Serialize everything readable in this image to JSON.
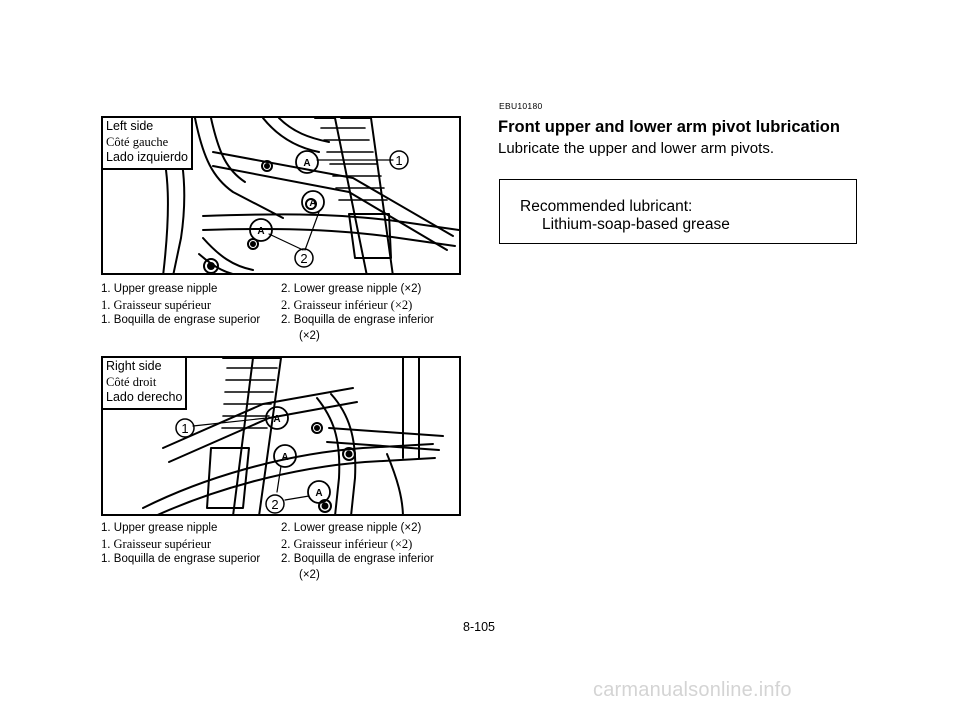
{
  "figure_left": {
    "side_labels": [
      "Left side",
      "Côté gauche",
      "Lado izquierdo"
    ],
    "callouts": [
      "1",
      "2"
    ],
    "caption": {
      "en": {
        "item1": "1.  Upper grease nipple",
        "item2": "2.  Lower grease nipple (×2)"
      },
      "fr": {
        "item1": "1.  Graisseur supérieur",
        "item2": "2.  Graisseur inférieur (×2)"
      },
      "es": {
        "item1": "1.  Boquilla de engrase superior",
        "item2": "2.  Boquilla de engrase inferior",
        "item2_cont": "(×2)"
      }
    }
  },
  "figure_right": {
    "side_labels": [
      "Right side",
      "Côté droit",
      "Lado derecho"
    ],
    "callouts": [
      "1",
      "2"
    ],
    "caption": {
      "en": {
        "item1": "1.  Upper grease nipple",
        "item2": "2.  Lower grease nipple (×2)"
      },
      "fr": {
        "item1": "1.  Graisseur supérieur",
        "item2": "2.  Graisseur inférieur (×2)"
      },
      "es": {
        "item1": "1.  Boquilla de engrase superior",
        "item2": "2.  Boquilla de engrase inferior",
        "item2_cont": "(×2)"
      }
    }
  },
  "section": {
    "code": "EBU10180",
    "title": "Front upper and lower arm pivot lubrication",
    "body": "Lubricate the upper and lower arm pivots.",
    "lubricant_label": "Recommended lubricant:",
    "lubricant_value": "Lithium-soap-based grease"
  },
  "page_number": "8-105",
  "watermark": "carmanualsonline.info",
  "grease_mark_letter": "A"
}
